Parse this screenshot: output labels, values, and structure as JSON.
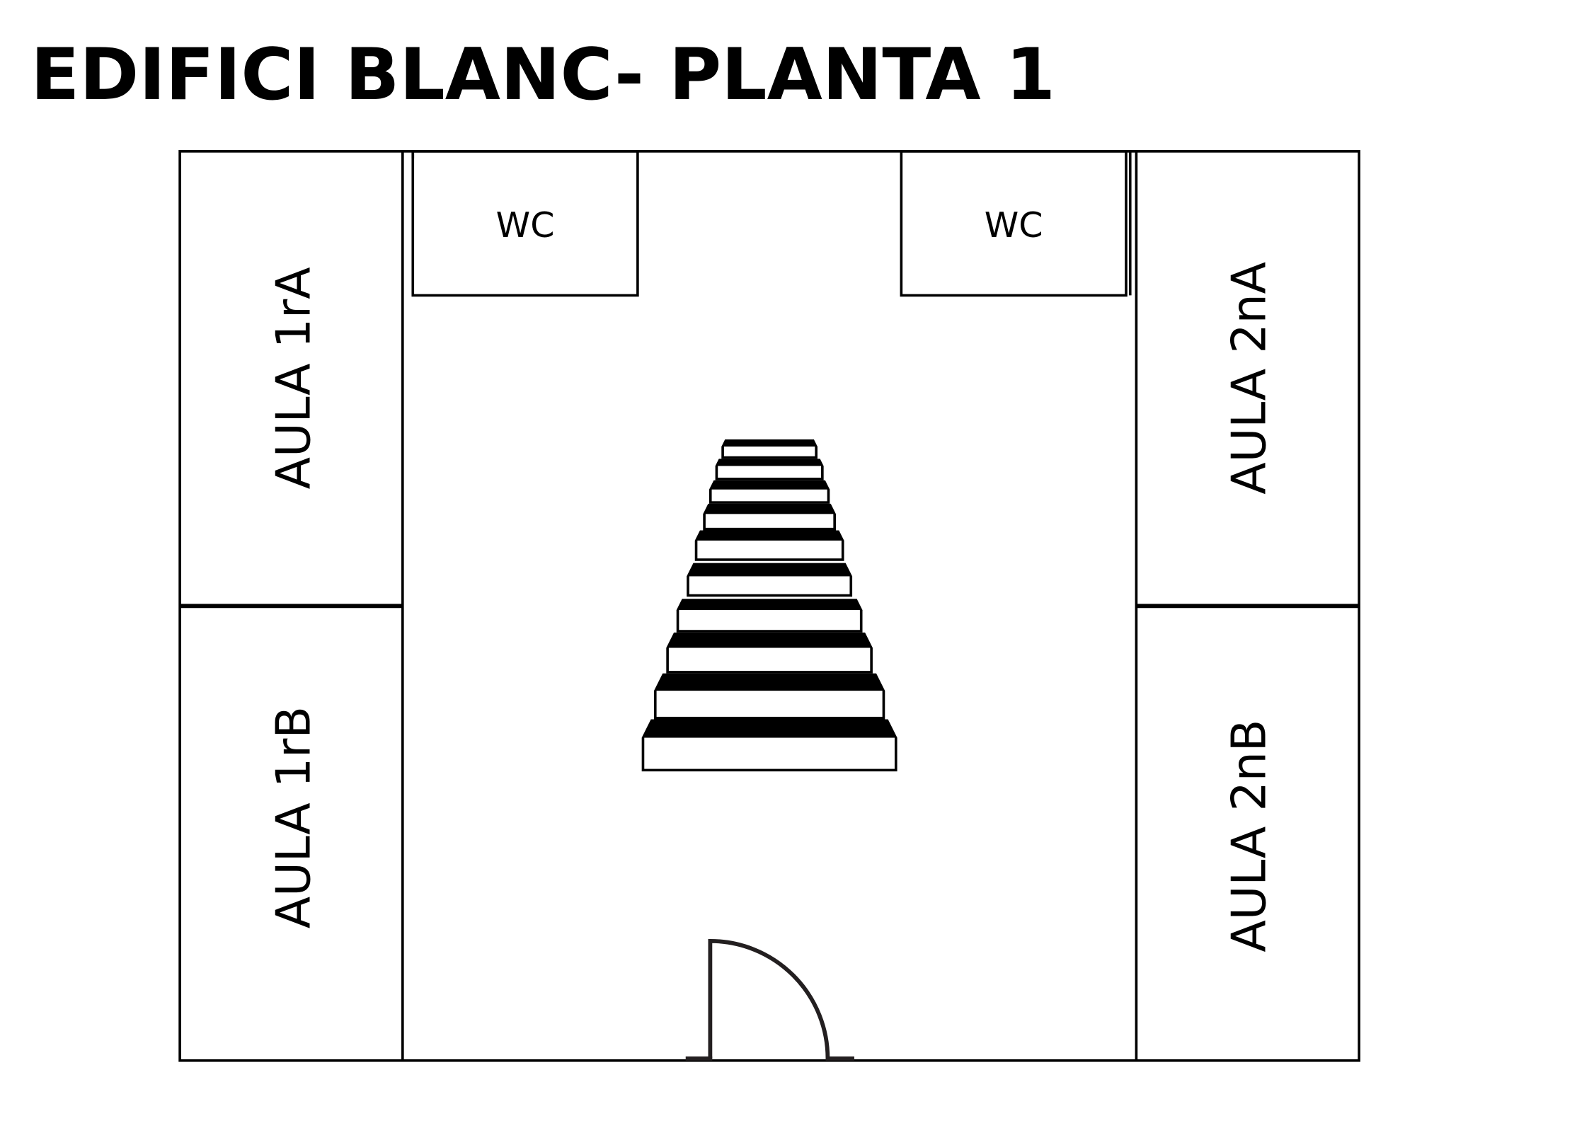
{
  "title": "EDIFICI BLANC- PLANTA 1",
  "rooms": {
    "aula_1ra": "AULA 1rA",
    "aula_1rb": "AULA 1rB",
    "aula_2na": "AULA 2nA",
    "aula_2nb": "AULA 2nB",
    "wc_left": "WC",
    "wc_right": "WC"
  },
  "icons": {
    "stairs": "stairs-icon",
    "door": "door-icon"
  },
  "colors": {
    "line": "#000000",
    "background": "#ffffff"
  }
}
